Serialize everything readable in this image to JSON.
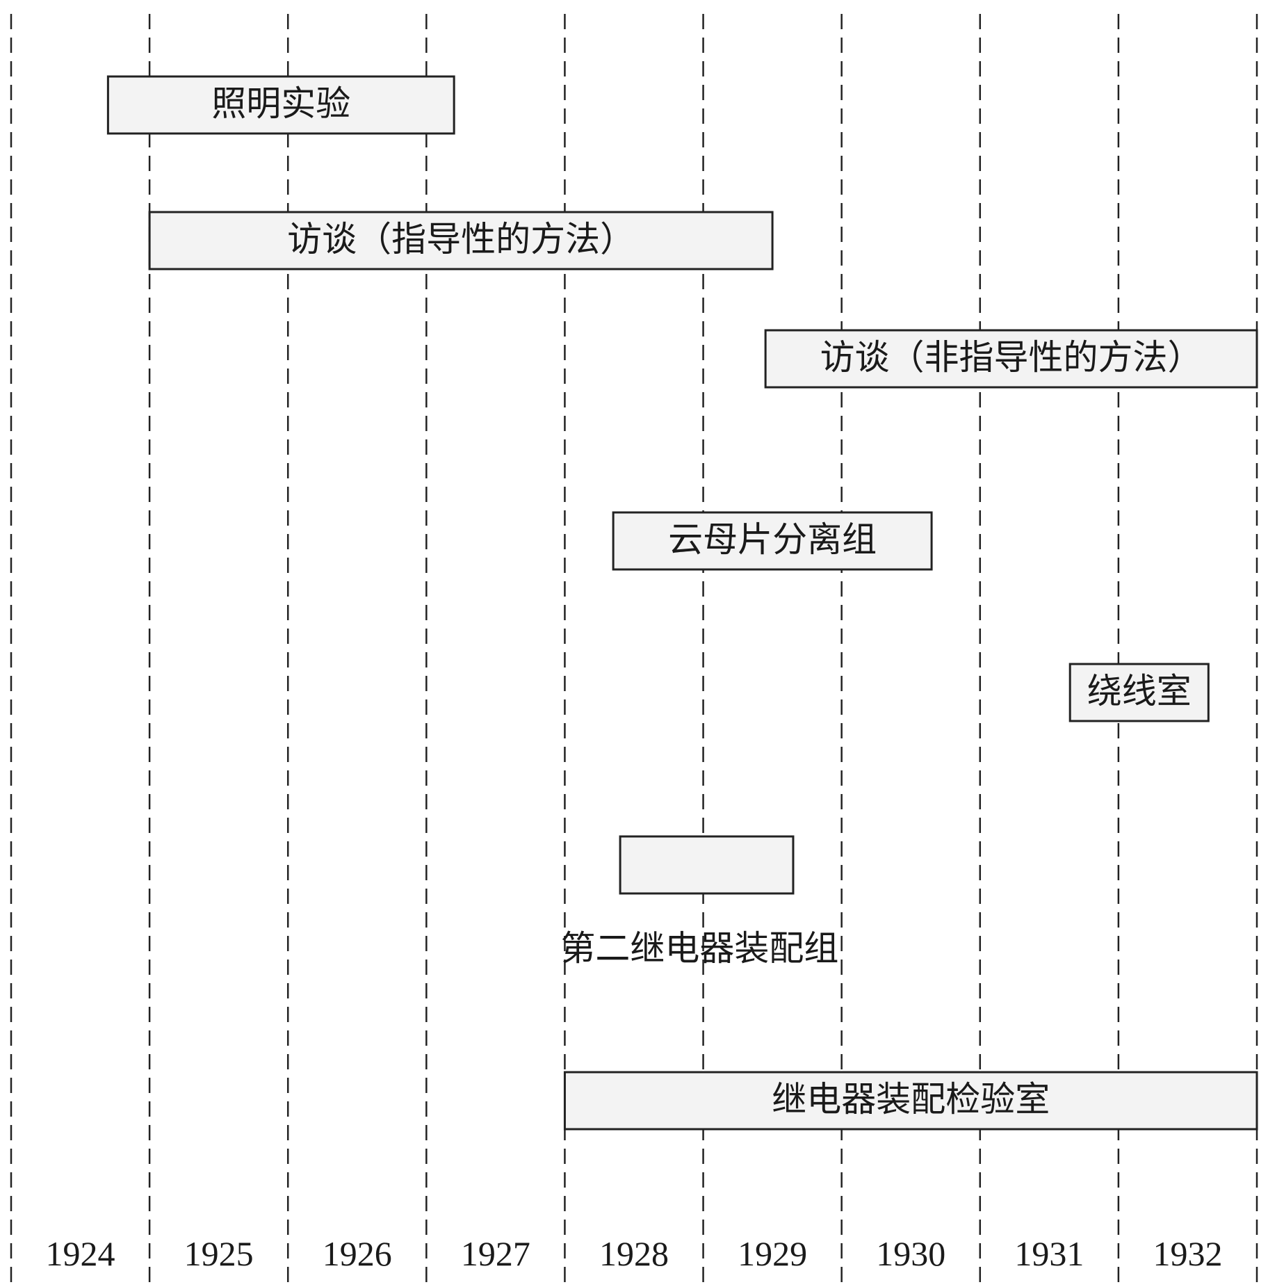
{
  "chart_data": {
    "type": "gantt",
    "x_axis": {
      "tick_labels": [
        "1924",
        "1925",
        "1926",
        "1927",
        "1928",
        "1929",
        "1930",
        "1931",
        "1932"
      ],
      "range": [
        1924,
        1933
      ],
      "grid": "dashed vertical lines at year boundaries"
    },
    "bars": [
      {
        "label": "照明实验",
        "start": 1924.7,
        "end": 1927.2,
        "label_position": "inside"
      },
      {
        "label": "访谈（指导性的方法）",
        "start": 1925.0,
        "end": 1929.5,
        "label_position": "inside"
      },
      {
        "label": "访谈（非指导性的方法）",
        "start": 1929.45,
        "end": 1933.0,
        "label_position": "inside"
      },
      {
        "label": "云母片分离组",
        "start": 1928.35,
        "end": 1930.65,
        "label_position": "inside"
      },
      {
        "label": "绕线室",
        "start": 1931.65,
        "end": 1932.65,
        "label_position": "inside"
      },
      {
        "label": "第二继电器装配组",
        "start": 1928.4,
        "end": 1929.65,
        "label_position": "below"
      },
      {
        "label": "继电器装配检验室",
        "start": 1928.0,
        "end": 1933.0,
        "label_position": "inside"
      }
    ]
  }
}
